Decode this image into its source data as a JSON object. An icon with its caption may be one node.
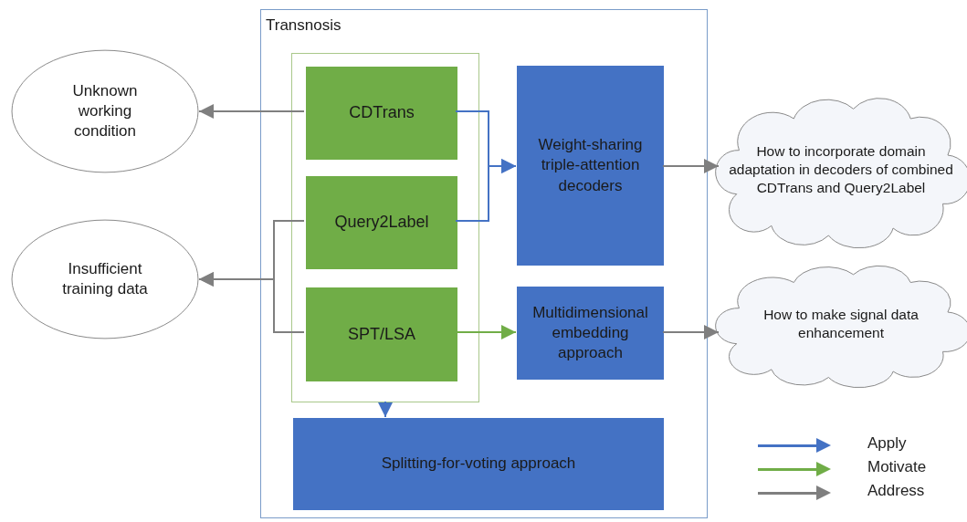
{
  "diagram": {
    "nodes": [
      {
        "text": [
          "Transnosis"
        ]
      },
      {
        "text": [
          "Unknown working condition"
        ]
      },
      {
        "text": [],
        "shape": "box",
        "in": 0
      },
      {
        "text": [
          "CDTrans"
        ],
        "in": 2
      },
      {
        "text": [
          "Query2Label"
        ],
        "in": 2
      },
      {
        "text": [
          "SPT/LSA"
        ],
        "in": 2
      },
      {
        "text": [
          "Weight-sharing triple-attention decoders"
        ],
        "in": 0
      },
      {
        "text": [
          "Multidimensional embedding approach"
        ],
        "in": 0
      },
      {
        "text": [
          "Splitting-for-voting approach"
        ],
        "in": 0
      },
      {
        "text": [
          "Insufficient training data"
        ]
      },
      {
        "text": [
          "How to incorporate domain adaptation in decoders of combined CDTrans and Query2Label"
        ]
      },
      {
        "text": [
          "How to make signal data enhancement"
        ]
      }
    ],
    "edges": [
      {
        "from": 3,
        "to": 1,
        "arrow": "to"
      },
      {
        "from": 4,
        "to": 9,
        "arrow": "to"
      },
      {
        "from": 5,
        "to": 9,
        "arrow": "to"
      },
      {
        "from": 3,
        "to": 6,
        "arrow": "to",
        "color": "#4472c4"
      },
      {
        "from": 4,
        "to": 6,
        "arrow": "to",
        "color": "#4472c4"
      },
      {
        "from": 5,
        "to": 7,
        "arrow": "to",
        "color": "#70ad47"
      },
      {
        "from": 2,
        "to": 8,
        "arrow": "to",
        "color": "#4472c4"
      },
      {
        "from": 6,
        "to": 10,
        "arrow": "to"
      },
      {
        "from": 7,
        "to": 11,
        "arrow": "to"
      }
    ],
    "legend": [
      {
        "text": "Apply",
        "color": "#4472c4"
      },
      {
        "text": "Motivate",
        "color": "#70ad47"
      },
      {
        "text": "Address",
        "color": "#7f7f7f"
      }
    ]
  }
}
